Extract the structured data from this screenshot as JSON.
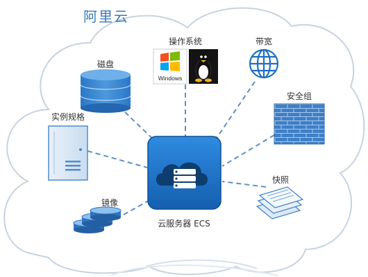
{
  "title": "阿里云",
  "center": {
    "label": "云服务器 ECS",
    "icon": "cloud-server-icon"
  },
  "nodes": [
    {
      "id": "disk",
      "label": "磁盘",
      "icon": "disk-database-icon"
    },
    {
      "id": "os",
      "label": "操作系统",
      "icon": "os-logos-icon",
      "logos": [
        "Windows",
        "Linux"
      ]
    },
    {
      "id": "bandwidth",
      "label": "带宽",
      "icon": "globe-icon"
    },
    {
      "id": "spec",
      "label": "实例规格",
      "icon": "server-tower-icon"
    },
    {
      "id": "security-group",
      "label": "安全组",
      "icon": "firewall-icon"
    },
    {
      "id": "snapshot",
      "label": "快照",
      "icon": "snapshot-stack-icon"
    },
    {
      "id": "image",
      "label": "镜像",
      "icon": "image-stack-icon"
    }
  ],
  "colors": {
    "blue": "#1e6ec4",
    "blue_light": "#5b9bd5",
    "title": "#3a78b8",
    "line": "#5c8fc4",
    "cloud_edge": "#c5d3e0"
  }
}
